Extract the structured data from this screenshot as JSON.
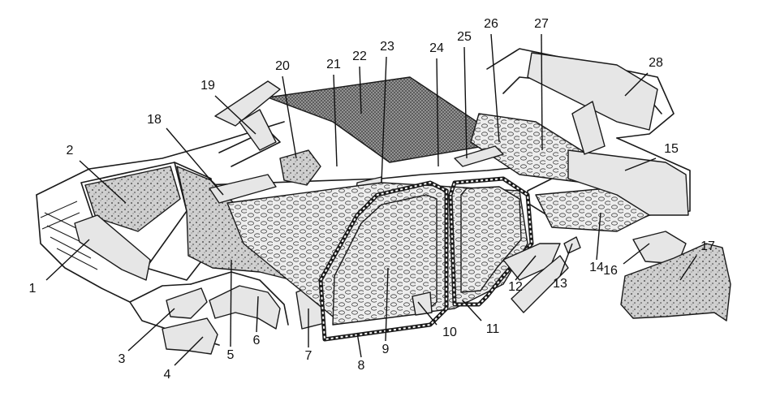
{
  "callouts": [
    {
      "label": "1"
    },
    {
      "label": "2"
    },
    {
      "label": "3"
    },
    {
      "label": "4"
    },
    {
      "label": "5"
    },
    {
      "label": "6"
    },
    {
      "label": "7"
    },
    {
      "label": "8"
    },
    {
      "label": "9"
    },
    {
      "label": "10"
    },
    {
      "label": "11"
    },
    {
      "label": "12"
    },
    {
      "label": "13"
    },
    {
      "label": "14"
    },
    {
      "label": "15"
    },
    {
      "label": "16"
    },
    {
      "label": "17"
    },
    {
      "label": "18"
    },
    {
      "label": "19"
    },
    {
      "label": "20"
    },
    {
      "label": "21"
    },
    {
      "label": "22"
    },
    {
      "label": "23"
    },
    {
      "label": "24"
    },
    {
      "label": "25"
    },
    {
      "label": "26"
    },
    {
      "label": "27"
    },
    {
      "label": "28"
    }
  ]
}
